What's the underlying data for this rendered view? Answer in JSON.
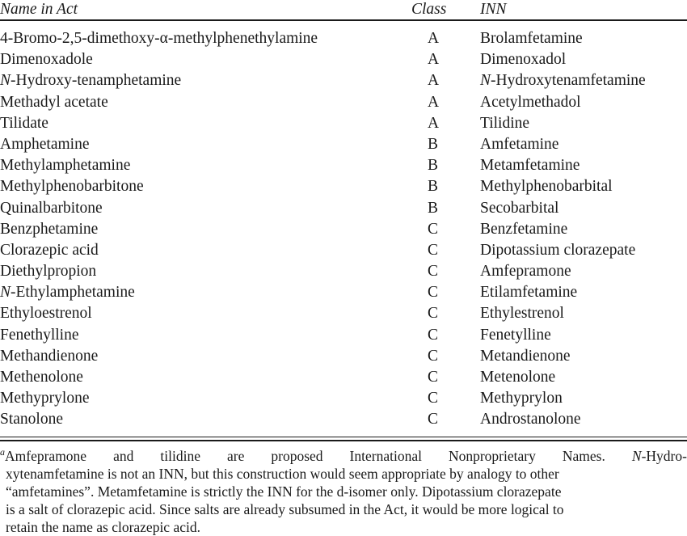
{
  "table": {
    "columns": [
      "Name in Act",
      "Class",
      "INN"
    ],
    "rows": [
      {
        "name": "4-Bromo-2,5-dimethoxy-α-methylphenethylamine",
        "class": "A",
        "inn": "Brolamfetamine",
        "name_italic_prefix": "",
        "inn_italic_prefix": ""
      },
      {
        "name": "Dimenoxadole",
        "class": "A",
        "inn": "Dimenoxadol",
        "name_italic_prefix": "",
        "inn_italic_prefix": ""
      },
      {
        "name": "-Hydroxy-tenamphetamine",
        "class": "A",
        "inn": "-Hydroxytenamfetamine",
        "name_italic_prefix": "N",
        "inn_italic_prefix": "N"
      },
      {
        "name": "Methadyl acetate",
        "class": "A",
        "inn": "Acetylmethadol",
        "name_italic_prefix": "",
        "inn_italic_prefix": ""
      },
      {
        "name": "Tilidate",
        "class": "A",
        "inn": "Tilidine",
        "name_italic_prefix": "",
        "inn_italic_prefix": ""
      },
      {
        "name": "Amphetamine",
        "class": "B",
        "inn": "Amfetamine",
        "name_italic_prefix": "",
        "inn_italic_prefix": ""
      },
      {
        "name": "Methylamphetamine",
        "class": "B",
        "inn": "Metamfetamine",
        "name_italic_prefix": "",
        "inn_italic_prefix": ""
      },
      {
        "name": "Methylphenobarbitone",
        "class": "B",
        "inn": "Methylphenobarbital",
        "name_italic_prefix": "",
        "inn_italic_prefix": ""
      },
      {
        "name": "Quinalbarbitone",
        "class": "B",
        "inn": "Secobarbital",
        "name_italic_prefix": "",
        "inn_italic_prefix": ""
      },
      {
        "name": "Benzphetamine",
        "class": "C",
        "inn": "Benzfetamine",
        "name_italic_prefix": "",
        "inn_italic_prefix": ""
      },
      {
        "name": "Clorazepic acid",
        "class": "C",
        "inn": "Dipotassium clorazepate",
        "name_italic_prefix": "",
        "inn_italic_prefix": ""
      },
      {
        "name": "Diethylpropion",
        "class": "C",
        "inn": "Amfepramone",
        "name_italic_prefix": "",
        "inn_italic_prefix": ""
      },
      {
        "name": "-Ethylamphetamine",
        "class": "C",
        "inn": "Etilamfetamine",
        "name_italic_prefix": "N",
        "inn_italic_prefix": ""
      },
      {
        "name": "Ethyloestrenol",
        "class": "C",
        "inn": "Ethylestrenol",
        "name_italic_prefix": "",
        "inn_italic_prefix": ""
      },
      {
        "name": "Fenethylline",
        "class": "C",
        "inn": "Fenetylline",
        "name_italic_prefix": "",
        "inn_italic_prefix": ""
      },
      {
        "name": "Methandienone",
        "class": "C",
        "inn": "Metandienone",
        "name_italic_prefix": "",
        "inn_italic_prefix": ""
      },
      {
        "name": "Methenolone",
        "class": "C",
        "inn": "Metenolone",
        "name_italic_prefix": "",
        "inn_italic_prefix": ""
      },
      {
        "name": "Methyprylone",
        "class": "C",
        "inn": "Methyprylon",
        "name_italic_prefix": "",
        "inn_italic_prefix": ""
      },
      {
        "name": "Stanolone",
        "class": "C",
        "inn": "Androstanolone",
        "name_italic_prefix": "",
        "inn_italic_prefix": ""
      }
    ]
  },
  "footnote": {
    "marker": "a",
    "line1_parts": [
      "Amfepramone",
      "and",
      "tilidine",
      "are",
      "proposed",
      "International",
      "Nonproprietary",
      "Names."
    ],
    "line1_tail_italic": "N",
    "line1_tail": "-Hydro-",
    "line2": "xytenamfetamine is not an INN, but this construction would seem appropriate by analogy to other",
    "line3": "“amfetamines”. Metamfetamine is strictly the INN for the d-isomer only. Dipotassium clorazepate",
    "line4": "is a salt of clorazepic acid. Since salts are already subsumed in the Act, it would be more logical to",
    "line5": "retain the name as clorazepic acid.",
    "full_text": "aAmfepramone and tilidine are proposed International Nonproprietary Names. N-Hydroxytenamfetamine is not an INN, but this construction would seem appropriate by analogy to other “amfetamines”. Metamfetamine is strictly the INN for the d-isomer only. Dipotassium clorazepate is a salt of clorazepic acid. Since salts are already subsumed in the Act, it would be more logical to retain the name as clorazepic acid."
  }
}
